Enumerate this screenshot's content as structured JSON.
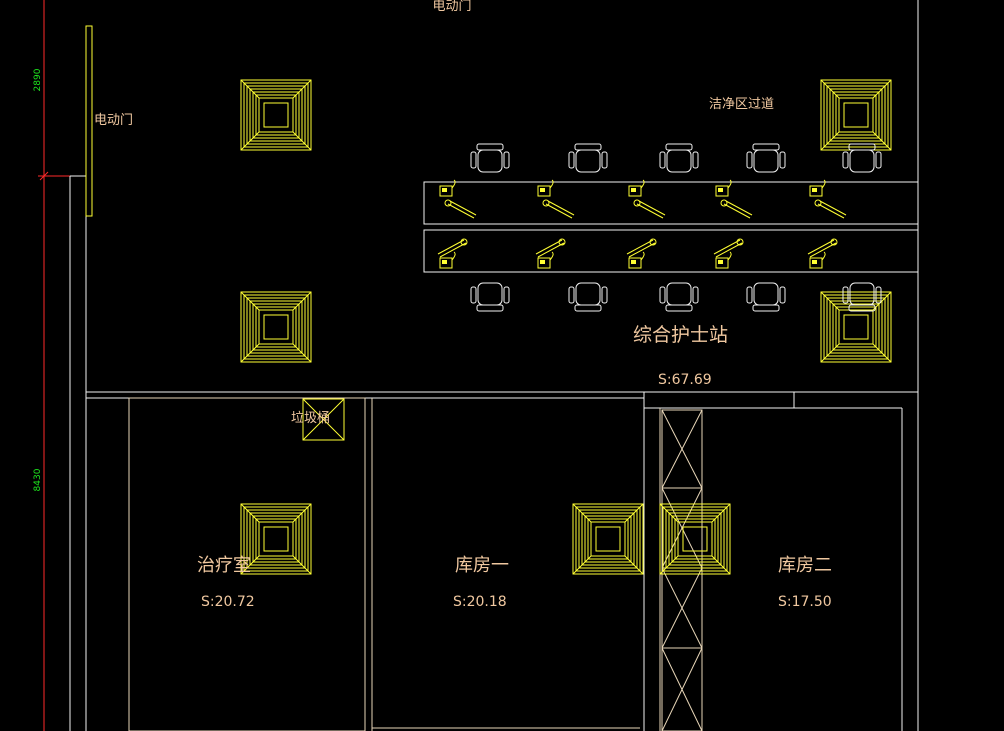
{
  "labels": {
    "door_top": "电动门",
    "door_left": "电动门",
    "corridor": "洁净区过道",
    "nurse_station": "综合护士站",
    "nurse_station_area": "S:67.69",
    "trash": "垃圾桶",
    "treatment_room": "治疗室",
    "treatment_room_area": "S:20.72",
    "storage1": "库房一",
    "storage1_area": "S:20.18",
    "storage2": "库房二",
    "storage2_area": "S:17.50"
  },
  "dimensions": {
    "dim_top": "2890",
    "dim_bottom": "8430"
  },
  "colors": {
    "background": "#000000",
    "walls": "#f2f2f2",
    "fixtures": "#ffff33",
    "labels": "#f0c8a0",
    "dimension_line": "#ff2a2a",
    "dimension_text": "#1ee61e"
  }
}
